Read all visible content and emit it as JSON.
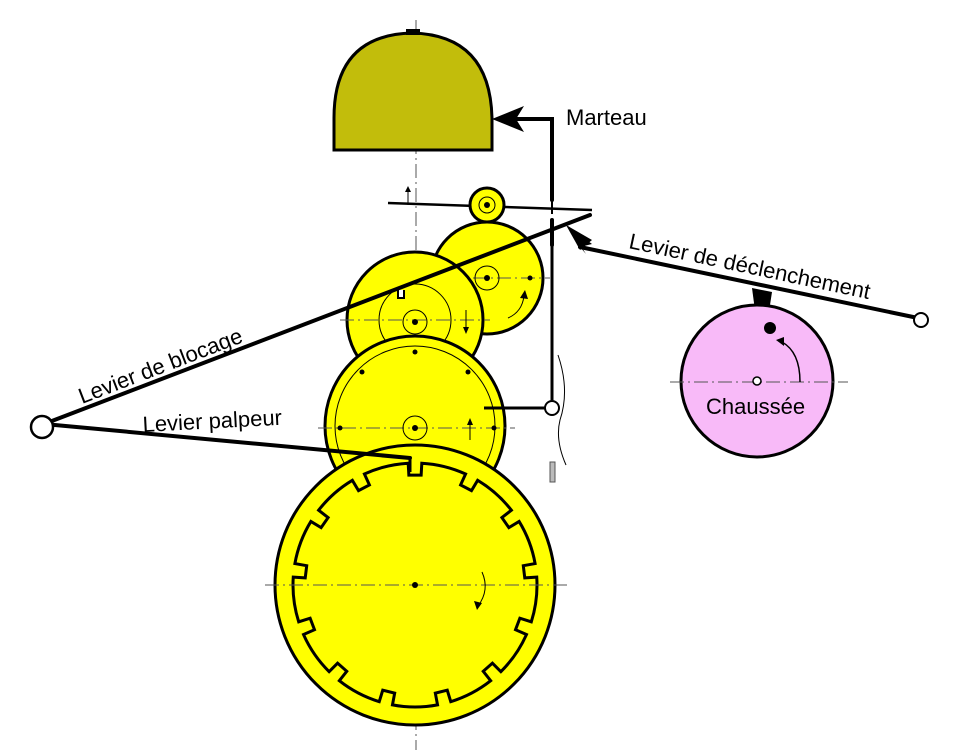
{
  "labels": {
    "marteau": "Marteau",
    "levier_declenchement": "Levier de déclenchement",
    "levier_blocage": "Levier de blocage",
    "levier_palpeur": "Levier palpeur",
    "chaussee": "Chaussée"
  },
  "colors": {
    "bell": "#c2bd0b",
    "gear": "#ffff00",
    "cam": "#f8baf8",
    "line": "#000000"
  },
  "count_wheel": {
    "slot_count": 13
  }
}
